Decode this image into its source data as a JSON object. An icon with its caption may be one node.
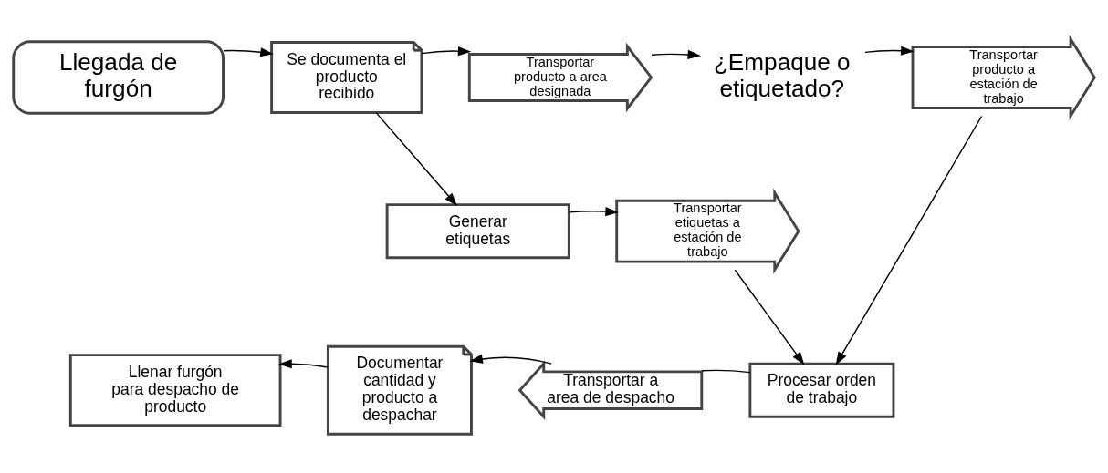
{
  "diagram": {
    "nodes": [
      {
        "text": [
          "Llegada de furgón"
        ]
      },
      {
        "text": [
          "Se documenta el producto recibido"
        ]
      },
      {
        "text": [
          "Transportar producto a area designada"
        ]
      },
      {
        "text": [
          "¿Empaque o etiquetado?"
        ]
      },
      {
        "text": [
          "Transportar producto a estación de trabajo"
        ]
      },
      {
        "text": [
          "Generar etiquetas"
        ]
      },
      {
        "text": [
          "Transportar etiquetas a estación de trabajo"
        ]
      },
      {
        "text": [
          "Procesar orden de trabajo"
        ]
      },
      {
        "text": [
          "Transportar a area de despacho"
        ]
      },
      {
        "text": [
          "Documentar cantidad y producto a despachar"
        ]
      },
      {
        "text": [
          "Llenar furgón para despacho de producto"
        ]
      }
    ],
    "edges": [
      {
        "from": 0,
        "to": 1,
        "arrow": "to"
      },
      {
        "from": 1,
        "to": 2,
        "arrow": "to"
      },
      {
        "from": 2,
        "to": 3,
        "arrow": "to"
      },
      {
        "from": 3,
        "to": 4,
        "arrow": "to"
      },
      {
        "from": 1,
        "to": 5,
        "arrow": "to"
      },
      {
        "from": 5,
        "to": 6,
        "arrow": "to"
      },
      {
        "from": 4,
        "to": 7,
        "arrow": "to"
      },
      {
        "from": 6,
        "to": 7,
        "arrow": "to"
      },
      {
        "from": 7,
        "to": 8,
        "arrow": "none"
      },
      {
        "from": 8,
        "to": 9,
        "arrow": "to"
      },
      {
        "from": 9,
        "to": 10,
        "arrow": "to"
      }
    ]
  }
}
